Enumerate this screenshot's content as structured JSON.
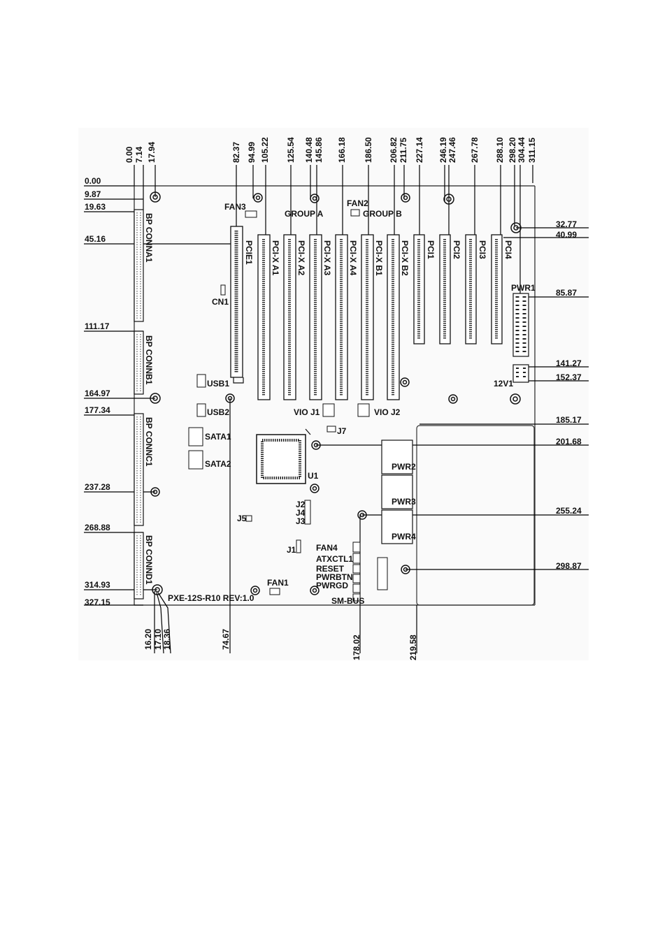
{
  "board": {
    "model_label": "PXE-12S-R10 REV:1.0",
    "connectors": {
      "bp_conna1": "BP CONNA1",
      "bp_connb1": "BP CONNB1",
      "bp_connc1": "BP CONNC1",
      "bp_connd1": "BP CONND1",
      "pcie1": "PCIE1",
      "cn1": "CN1",
      "pcix_a1": "PCI-X A1",
      "pcix_a2": "PCI-X A2",
      "pcix_a3": "PCI-X A3",
      "pcix_a4": "PCI-X A4",
      "pcix_b1": "PCI-X B1",
      "pcix_b2": "PCI-X B2",
      "pci1": "PCI1",
      "pci2": "PCI2",
      "pci3": "PCI3",
      "pci4": "PCI4",
      "pwr1": "PWR1",
      "v12": "12V1",
      "pwr2": "PWR2",
      "pwr3": "PWR3",
      "pwr4": "PWR4",
      "usb1": "USB1",
      "usb2": "USB2",
      "sata1": "SATA1",
      "sata2": "SATA2",
      "u1": "U1",
      "j7": "J7",
      "j5": "J5",
      "j1": "J1",
      "j2": "J2",
      "j4": "J4",
      "j3": "J3",
      "vio_j1": "VIO  J1",
      "vio_j2": "VIO  J2",
      "fan1": "FAN1",
      "fan2": "FAN2",
      "fan3": "FAN3",
      "fan4": "FAN4",
      "group_a": "GROUP A",
      "group_b": "GROUP B",
      "atxctl1": "ATXCTL1",
      "reset": "RESET",
      "pwrbtn": "PWRBTN",
      "pwrgd": "PWRGD",
      "smbus": "SM-BUS"
    }
  },
  "dimensions": {
    "top": [
      "0.00",
      "7.14",
      "17.94",
      "82.37",
      "94.99",
      "105.22",
      "125.54",
      "140.48",
      "145.86",
      "166.18",
      "186.50",
      "206.82",
      "211.75",
      "227.14",
      "246.19",
      "247.46",
      "267.78",
      "288.10",
      "298.20",
      "304.44",
      "311.15"
    ],
    "left": [
      "0.00",
      "9.87",
      "19.63",
      "45.16",
      "111.17",
      "164.97",
      "177.34",
      "237.28",
      "268.88",
      "314.93",
      "327.15"
    ],
    "right": [
      "32.77",
      "40.99",
      "85.87",
      "141.27",
      "152.37",
      "185.17",
      "201.68",
      "255.24",
      "298.87"
    ],
    "bottom": [
      "16.20",
      "17.10",
      "18.36",
      "74.67",
      "178.02",
      "219.58"
    ]
  }
}
